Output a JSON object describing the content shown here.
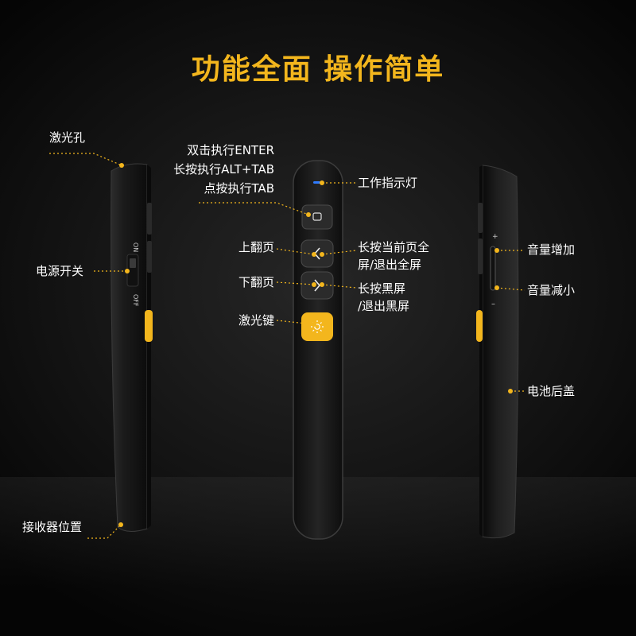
{
  "title": "功能全面 操作简单",
  "colors": {
    "accent": "#f3b61d",
    "indicator": "#2f7bff",
    "body": "#1a1a1a"
  },
  "left_device": {
    "switch_on": "ON",
    "switch_off": "OFF"
  },
  "labels": {
    "laser_hole": "激光孔",
    "power_switch": "电源开关",
    "receiver_position": "接收器位置",
    "double_click": "双击执行ENTER",
    "long_press_alt_tab": "长按执行ALT+TAB",
    "click_tab": "点按执行TAB",
    "work_indicator": "工作指示灯",
    "page_up": "上翻页",
    "page_down": "下翻页",
    "laser_key": "激光键",
    "fullscreen_line1": "长按当前页全",
    "fullscreen_line2": "屏/退出全屏",
    "blackscreen_line1": "长按黑屏",
    "blackscreen_line2": "/退出黑屏",
    "volume_up": "音量增加",
    "volume_down": "音量减小",
    "battery_cover": "电池后盖"
  },
  "icons": {
    "tab_button": "window-icon",
    "page_up_button": "chevron-left-icon",
    "page_down_button": "chevron-right-icon",
    "laser_button": "sun-icon"
  }
}
